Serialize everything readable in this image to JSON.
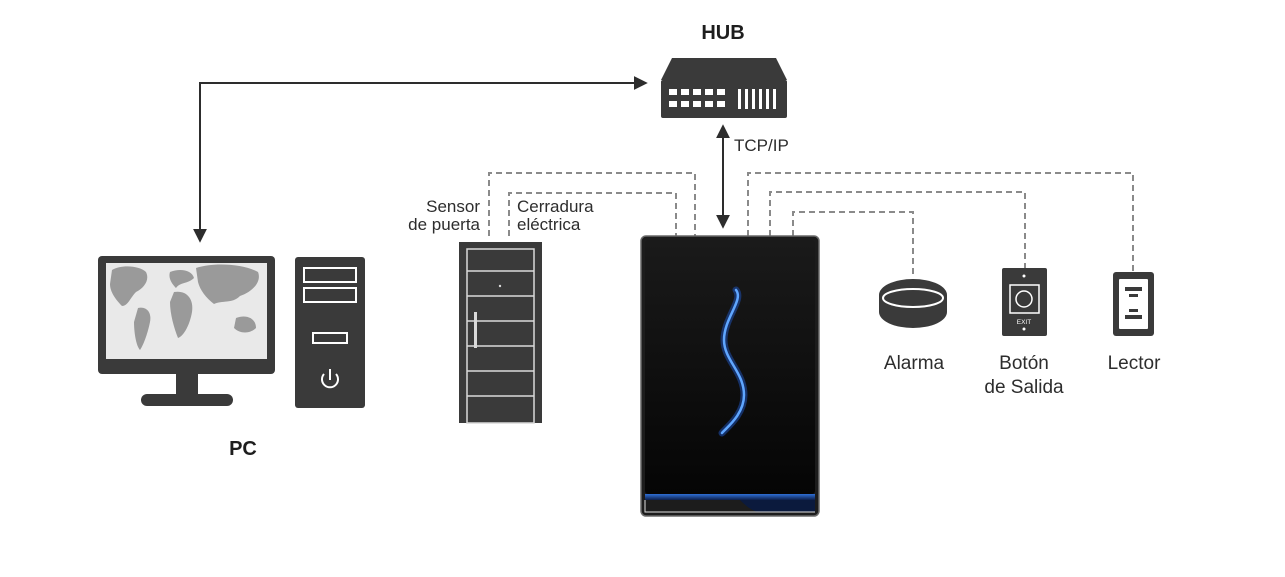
{
  "labels": {
    "hub": "HUB",
    "tcp_ip": "TCP/IP",
    "pc": "PC",
    "door_sensor": [
      "Sensor",
      "de puerta"
    ],
    "electric_lock": [
      "Cerradura",
      "eléctrica"
    ],
    "alarm": "Alarma",
    "exit_button": [
      "Botón",
      "de Salida"
    ],
    "reader": "Lector",
    "exit_text": "EXIT"
  },
  "icons": {
    "hub": "network-switch-icon",
    "monitor": "monitor-world-map-icon",
    "tower": "pc-tower-icon",
    "door": "door-icon",
    "controller": "access-controller-icon",
    "alarm": "alarm-siren-icon",
    "exit_button": "exit-button-icon",
    "reader": "card-reader-icon"
  },
  "colors": {
    "device": "#3a3a3a",
    "connector_dashed": "#8a8a8a",
    "accent_blue": "#2f6fd6"
  }
}
